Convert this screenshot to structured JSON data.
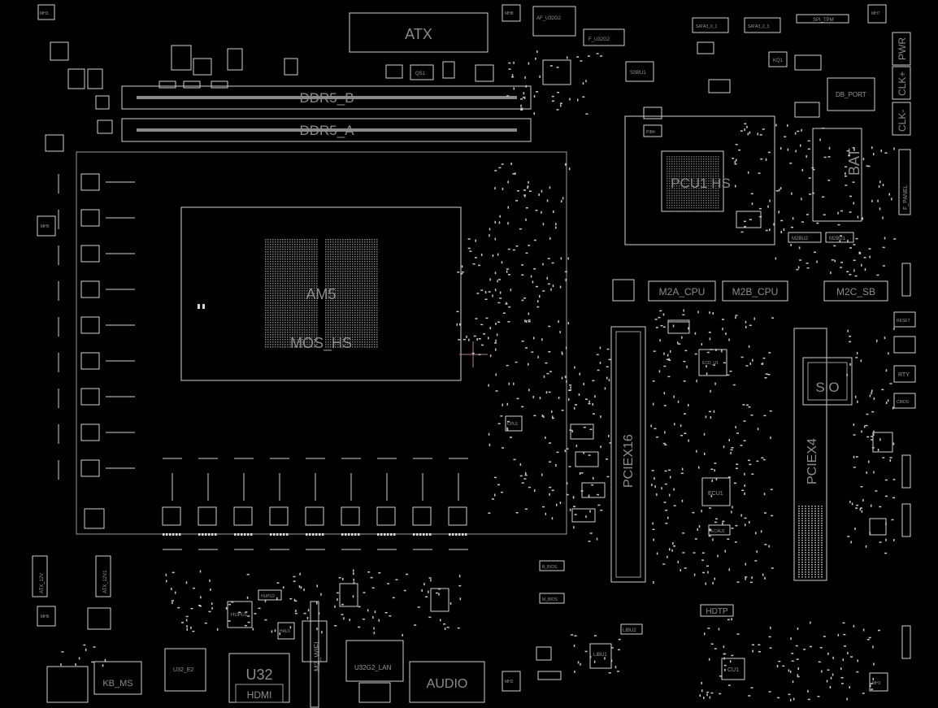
{
  "board": {
    "title": "Motherboard component layout",
    "labels": {
      "atx": "ATX",
      "ddr5_b": "DDR5_B",
      "ddr5_a": "DDR5_A",
      "am5": "AM5",
      "mos_hs": "MOS_HS",
      "pch_hs": "PCU1 HS",
      "bat": "BAT",
      "m2a": "M2A_CPU",
      "m2b": "M2B_CPU",
      "m2c": "M2C_SB",
      "pciex16": "PCIEX16",
      "pciex4": "PCIEX4",
      "sio": "SIO",
      "u32": "U32",
      "hdmi": "HDMI",
      "audio": "AUDIO",
      "kb_ms": "KB_MS",
      "u32g2_lan": "U32G2_LAN",
      "u32_e2": "U32_E2",
      "m2_wifi": "M2_WIFI",
      "hdtp": "HDTP",
      "db_port": "DB_PORT",
      "pwr": "PWR",
      "clk_plus": "CLK+",
      "clk_minus": "CLK-",
      "f_panel": "F_PANEL",
      "atx_12v": "ATX_12V",
      "atx_12v1": "ATX_12V1",
      "rty": "RTY",
      "reset": "RESET",
      "cmos": "CMOS",
      "ecu1": "ECU1",
      "cu1": "CU1",
      "libu1": "LIBU1",
      "libu2": "LIBU2",
      "hupu1": "HUPU1",
      "hupu2": "HUPU2",
      "hau1": "HAU1",
      "ssbu1": "SSBU1",
      "f_u32g2": "F_U32G2",
      "af_u32g2": "AF_U32G2",
      "sata3_01": "SATA3_0_1",
      "sata3_23": "SATA3_2_3",
      "spi_tpm": "SPI_TPM",
      "kq1": "KQ1",
      "qs1": "QS1",
      "m2bu1": "M2BU1",
      "m2bu2": "M2BU2",
      "pib4": "PIB4",
      "b_bios": "B_BIOS",
      "m_bios": "M_BIOS",
      "ecd_u1": "ECD_U1",
      "ecau2": "ECAU2",
      "cpu1": "CPU1"
    }
  }
}
